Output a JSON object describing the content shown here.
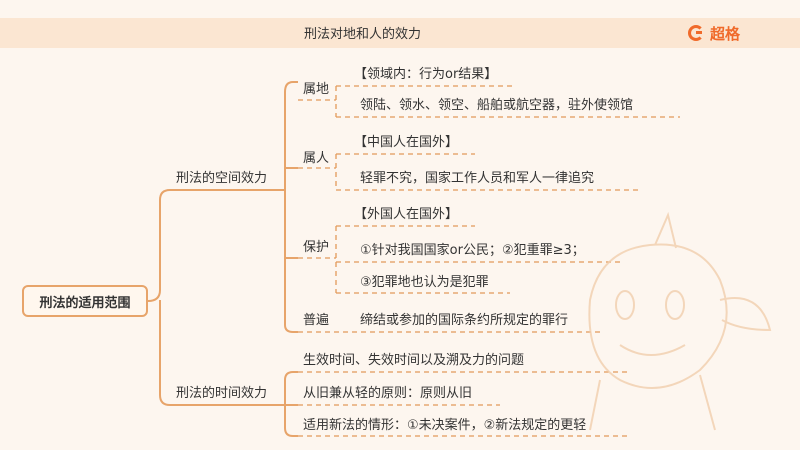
{
  "header": {
    "title": "刑法对地和人的效力",
    "brand": "超格"
  },
  "root": "刑法的适用范围",
  "space": {
    "label": "刑法的空间效力",
    "territory": {
      "label": "属地",
      "note": "【领域内：行为or结果】",
      "detail": "领陆、领水、领空、船舶或航空器，驻外使领馆"
    },
    "personal": {
      "label": "属人",
      "note": "【中国人在国外】",
      "detail": "轻罪不究，国家工作人员和军人一律追究"
    },
    "protective": {
      "label": "保护",
      "note": "【外国人在国外】",
      "detail1": "①针对我国国家or公民；②犯重罪≥3；",
      "detail2": "③犯罪地也认为是犯罪"
    },
    "universal": {
      "label": "普遍",
      "detail": "缔结或参加的国际条约所规定的罪行"
    }
  },
  "time": {
    "label": "刑法的时间效力",
    "items": [
      "生效时间、失效时间以及溯及力的问题",
      "从旧兼从轻的原则：原则从旧",
      "适用新法的情形：①未决案件，②新法规定的更轻"
    ]
  },
  "colors": {
    "line": "#e7a46a",
    "dash": "#e39a5a",
    "brand": "#f06a2a",
    "band": "#fbe6d2"
  }
}
